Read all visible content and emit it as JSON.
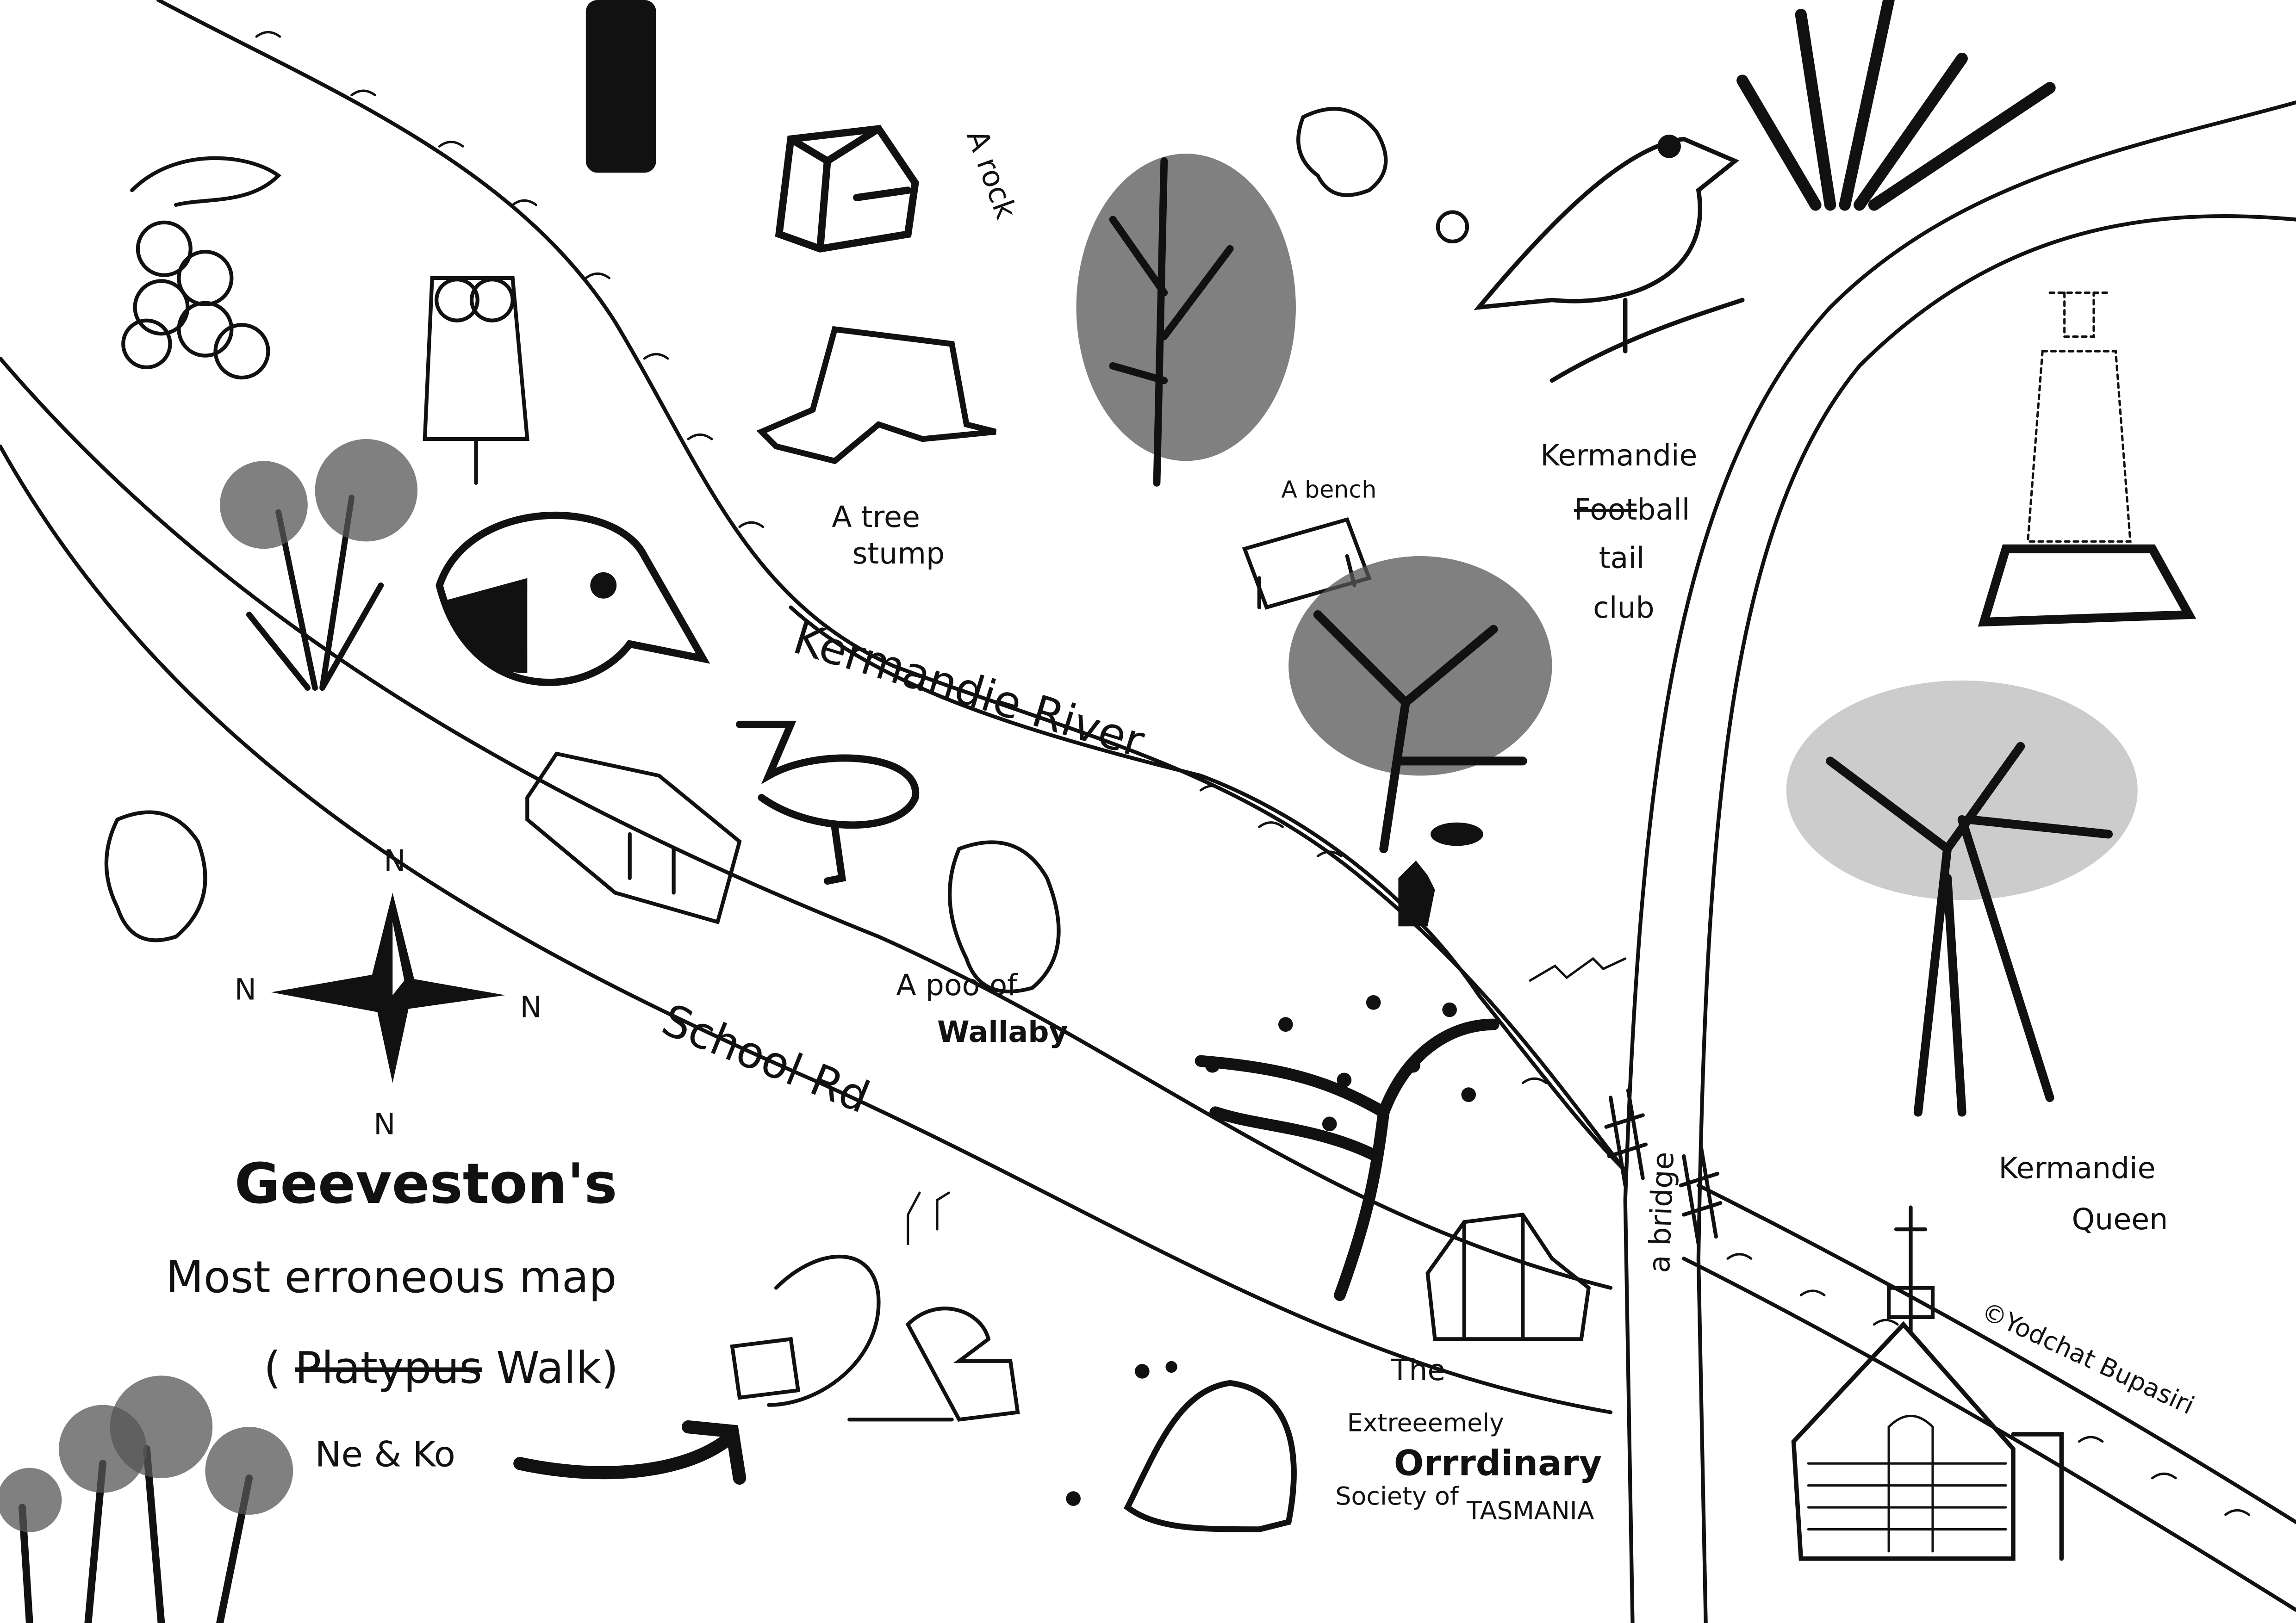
{
  "title": {
    "line1": "Geeveston's",
    "line2": "Most erroneous map",
    "open_paren": "(",
    "struck_word": "Platypus",
    "line3_rest": "Walk)",
    "authors": "Ne & Ko"
  },
  "labels": {
    "rock": "A rock",
    "stump_line1": "A tree",
    "stump_line2": "stump",
    "bench": "A bench",
    "river": "Kermandie River",
    "road": "School Rd",
    "poo_line1": "A poo of",
    "poo_line2": "Wallaby",
    "bridge": "a bridge",
    "queen_line1": "Kermandie",
    "queen_line2": "Queen",
    "club_line1": "Kermandie",
    "club_struck": "Foot",
    "club_line2_rest": "ball",
    "club_line3": "tail",
    "club_line4": "club",
    "society_line1": "The",
    "society_line2": "Extreeemely",
    "society_line3": "Orrrdinary",
    "society_line4a": "Society",
    "society_line4b": "of",
    "society_line4c": "TASMANIA",
    "copyright": "©Yodchat Bupasiri"
  },
  "compass": {
    "north": "N",
    "east": "N",
    "south": "N",
    "west": "N"
  }
}
